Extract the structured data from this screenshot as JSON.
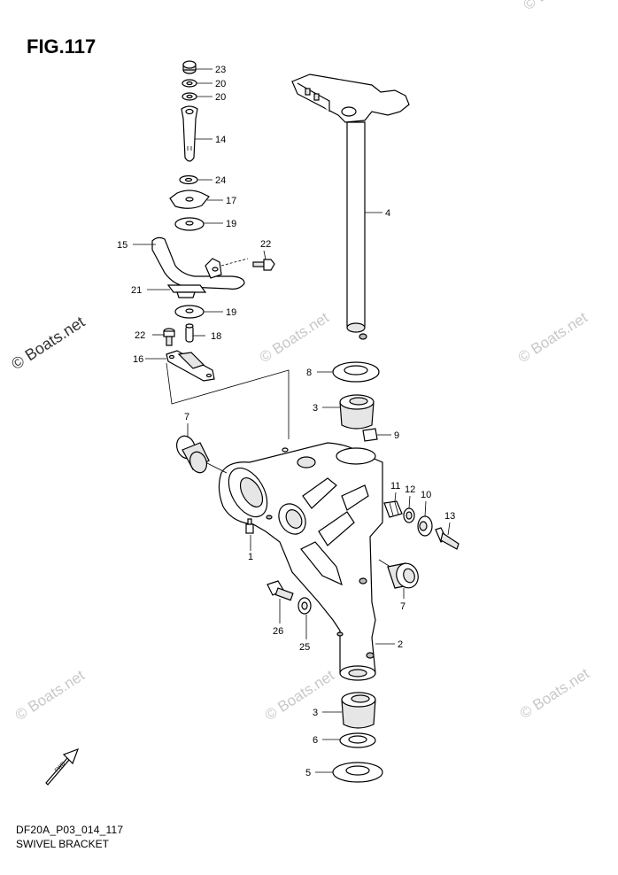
{
  "figure": {
    "title": "FIG.117",
    "code": "DF20A_P03_014_117",
    "caption": "SWIVEL BRACKET"
  },
  "watermarks": [
    {
      "text": "© Boats.net",
      "style": "dark"
    },
    {
      "text": "© Boats.net",
      "style": "light"
    },
    {
      "text": "© Boats.net",
      "style": "light"
    },
    {
      "text": "© Boats.net",
      "style": "light"
    },
    {
      "text": "© Boats.net",
      "style": "light"
    },
    {
      "text": "© Boats.net",
      "style": "light"
    },
    {
      "text": "© Boats.net",
      "style": "light"
    }
  ],
  "direction_marker": "FWD",
  "callouts": [
    {
      "id": "c23",
      "label": "23"
    },
    {
      "id": "c20a",
      "label": "20"
    },
    {
      "id": "c20b",
      "label": "20"
    },
    {
      "id": "c14",
      "label": "14"
    },
    {
      "id": "c24",
      "label": "24"
    },
    {
      "id": "c17",
      "label": "17"
    },
    {
      "id": "c19a",
      "label": "19"
    },
    {
      "id": "c15",
      "label": "15"
    },
    {
      "id": "c22a",
      "label": "22"
    },
    {
      "id": "c21",
      "label": "21"
    },
    {
      "id": "c19b",
      "label": "19"
    },
    {
      "id": "c22b",
      "label": "22"
    },
    {
      "id": "c18",
      "label": "18"
    },
    {
      "id": "c16",
      "label": "16"
    },
    {
      "id": "c4",
      "label": "4"
    },
    {
      "id": "c8",
      "label": "8"
    },
    {
      "id": "c3a",
      "label": "3"
    },
    {
      "id": "c9",
      "label": "9"
    },
    {
      "id": "c7a",
      "label": "7"
    },
    {
      "id": "c11",
      "label": "11"
    },
    {
      "id": "c12",
      "label": "12"
    },
    {
      "id": "c10",
      "label": "10"
    },
    {
      "id": "c13",
      "label": "13"
    },
    {
      "id": "c1",
      "label": "1"
    },
    {
      "id": "c7b",
      "label": "7"
    },
    {
      "id": "c26",
      "label": "26"
    },
    {
      "id": "c25",
      "label": "25"
    },
    {
      "id": "c2",
      "label": "2"
    },
    {
      "id": "c3b",
      "label": "3"
    },
    {
      "id": "c6",
      "label": "6"
    },
    {
      "id": "c5",
      "label": "5"
    }
  ]
}
